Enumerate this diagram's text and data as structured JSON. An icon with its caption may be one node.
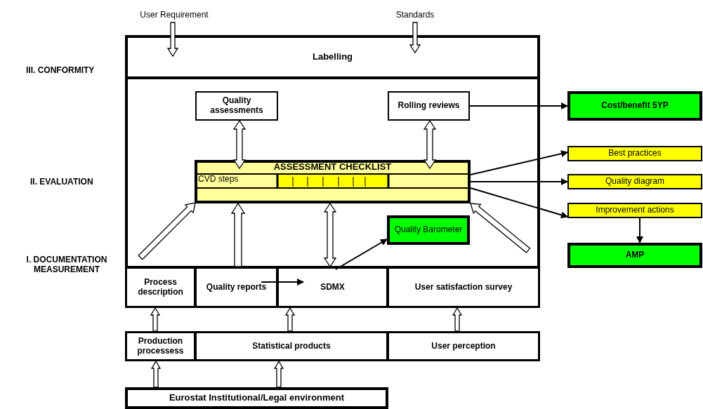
{
  "diagram": {
    "nodes": [
      {
        "text": [
          "User Requirement"
        ]
      },
      {
        "text": [
          "Standards"
        ]
      },
      {
        "text": [
          "Labelling"
        ]
      },
      {
        "text": [],
        "shape": "box"
      },
      {
        "text": [
          "Quality assessments"
        ],
        "in": 3
      },
      {
        "text": [
          "Rolling reviews"
        ],
        "in": 3
      },
      {
        "text": [
          "Cost/benefit 5YP"
        ]
      },
      {
        "text": [
          "ASSESSMENT CHECKLIST",
          "CVD steps"
        ],
        "in": 3
      },
      {
        "text": [
          "Best practices"
        ]
      },
      {
        "text": [
          "Quality diagram"
        ]
      },
      {
        "text": [
          "Improvement actions"
        ]
      },
      {
        "text": [
          "AMP"
        ]
      },
      {
        "text": [
          "Quality Barometer"
        ],
        "in": 3
      },
      {
        "text": [
          "Process description"
        ]
      },
      {
        "text": [
          "Quality reports"
        ]
      },
      {
        "text": [
          "SDMX"
        ]
      },
      {
        "text": [
          "User satisfaction survey"
        ]
      },
      {
        "text": [
          "Production processess"
        ]
      },
      {
        "text": [
          "Statistical products"
        ]
      },
      {
        "text": [
          "User perception"
        ]
      },
      {
        "text": [
          "Eurostat Institutional/Legal environment"
        ]
      }
    ],
    "edges": [
      {
        "from": 0,
        "to": 2,
        "arrow": "to",
        "style": "thick"
      },
      {
        "from": 1,
        "to": 2,
        "arrow": "to",
        "style": "thick"
      },
      {
        "from": 4,
        "to": 7,
        "arrow": "both",
        "style": "thick"
      },
      {
        "from": 5,
        "to": 7,
        "arrow": "both",
        "style": "thick"
      },
      {
        "from": 5,
        "to": 6,
        "arrow": "to"
      },
      {
        "from": 7,
        "to": 8,
        "arrow": "to"
      },
      {
        "from": 7,
        "to": 9,
        "arrow": "to"
      },
      {
        "from": 7,
        "to": 10,
        "arrow": "to"
      },
      {
        "from": 10,
        "to": 11,
        "arrow": "to"
      },
      {
        "from": null,
        "to": 7,
        "arrow": "to",
        "style": "thick"
      },
      {
        "from": 14,
        "to": 7,
        "arrow": "to",
        "style": "thick"
      },
      {
        "from": 15,
        "to": 7,
        "arrow": "both",
        "style": "thick"
      },
      {
        "from": null,
        "to": 7,
        "arrow": "to",
        "style": "thick"
      },
      {
        "from": 15,
        "to": 12,
        "arrow": "to"
      },
      {
        "from": 14,
        "to": 15,
        "arrow": "to"
      },
      {
        "from": 17,
        "to": 13,
        "arrow": "to",
        "style": "thick"
      },
      {
        "from": 18,
        "to": 15,
        "arrow": "to",
        "style": "thick"
      },
      {
        "from": 19,
        "to": 16,
        "arrow": "to",
        "style": "thick"
      },
      {
        "from": 20,
        "to": 17,
        "arrow": "to",
        "style": "thick"
      },
      {
        "from": 20,
        "to": 18,
        "arrow": "to",
        "style": "thick"
      }
    ],
    "labels": [
      "III. CONFORMITY",
      "II. EVALUATION",
      "I. DOCUMENTATION MEASUREMENT"
    ]
  }
}
